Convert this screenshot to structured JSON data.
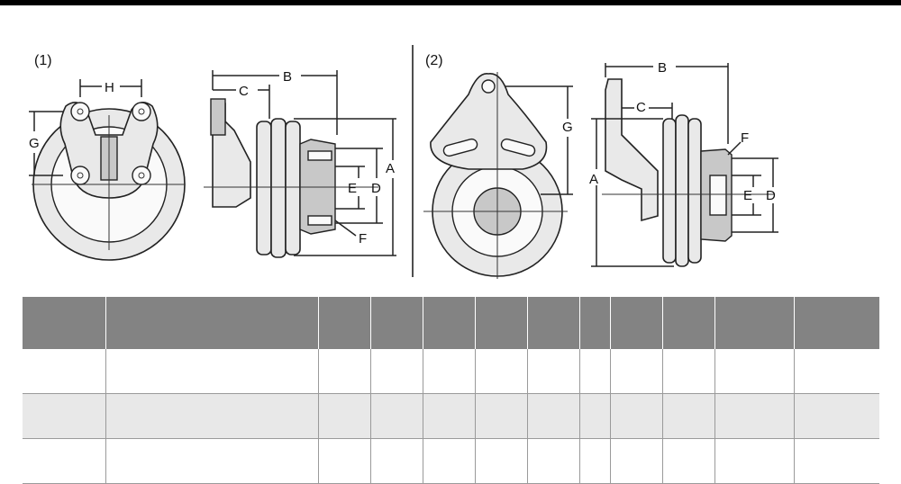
{
  "figure": {
    "panel_1_label": "(1)",
    "panel_2_label": "(2)",
    "panel_1_dims": {
      "h": "H",
      "g": "G",
      "b": "B",
      "c": "C",
      "e": "E",
      "d": "D",
      "a": "A",
      "f": "F"
    },
    "panel_2_dims": {
      "g": "G",
      "b": "B",
      "c": "C",
      "f": "F",
      "a": "A",
      "e": "E",
      "d": "D"
    }
  },
  "table": {
    "header_fill": "#838383",
    "alt_row_fill": "#e8e8e8",
    "column_count": 12,
    "rows": [
      [
        "",
        "",
        "",
        "",
        "",
        "",
        "",
        "",
        "",
        "",
        "",
        ""
      ],
      [
        "",
        "",
        "",
        "",
        "",
        "",
        "",
        "",
        "",
        "",
        "",
        ""
      ],
      [
        "",
        "",
        "",
        "",
        "",
        "",
        "",
        "",
        "",
        "",
        "",
        ""
      ]
    ]
  }
}
